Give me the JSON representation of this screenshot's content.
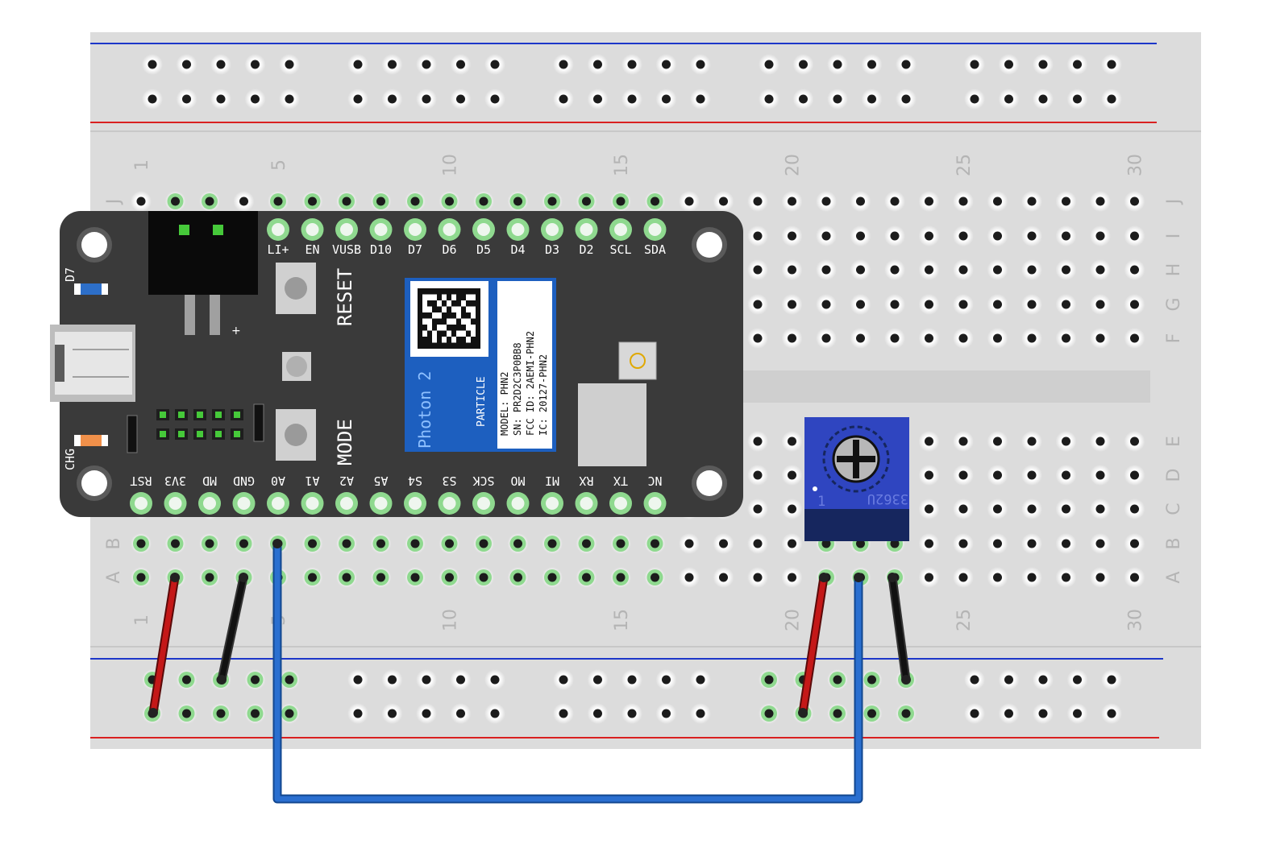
{
  "breadboard": {
    "column_numbers": [
      "1",
      "5",
      "10",
      "15",
      "20",
      "25",
      "30"
    ],
    "row_letters_top": [
      "J",
      "I",
      "H",
      "G",
      "F"
    ],
    "row_letters_bottom": [
      "E",
      "D",
      "C",
      "B",
      "A"
    ]
  },
  "photon": {
    "top_pins": [
      "LI+",
      "EN",
      "VUSB",
      "D10",
      "D7",
      "D6",
      "D5",
      "D4",
      "D3",
      "D2",
      "SCL",
      "SDA"
    ],
    "bottom_pins": [
      "RST",
      "3V3",
      "MD",
      "GND",
      "A0",
      "A1",
      "A2",
      "A5",
      "S4",
      "S3",
      "SCK",
      "MO",
      "MI",
      "RX",
      "TX",
      "NC"
    ],
    "reset_label": "RESET",
    "mode_label": "MODE",
    "led_label": "D7",
    "chg_label": "CHG",
    "plus_label": "+",
    "module": {
      "name": "Photon 2",
      "brand": "PARTICLE",
      "lines": [
        "MODEL: PHN2",
        "SN: PR2D2C3P0BB8",
        "FCC ID: 2AEMI-PHN2",
        "IC: 20127-PHN2"
      ]
    }
  },
  "potentiometer": {
    "marking": "3362U",
    "pin_one": "1"
  },
  "colors": {
    "board": "#dcdcdc",
    "hole": "#1c1c1c",
    "hole_connected": "#8fd98f",
    "rail_blue": "#1d37c9",
    "rail_red": "#d92020",
    "photon_body": "#3a3a3a",
    "wire_red": "#c41818",
    "wire_black": "#111111",
    "wire_blue": "#2a6fd0",
    "pot_body": "#2f45c0"
  }
}
